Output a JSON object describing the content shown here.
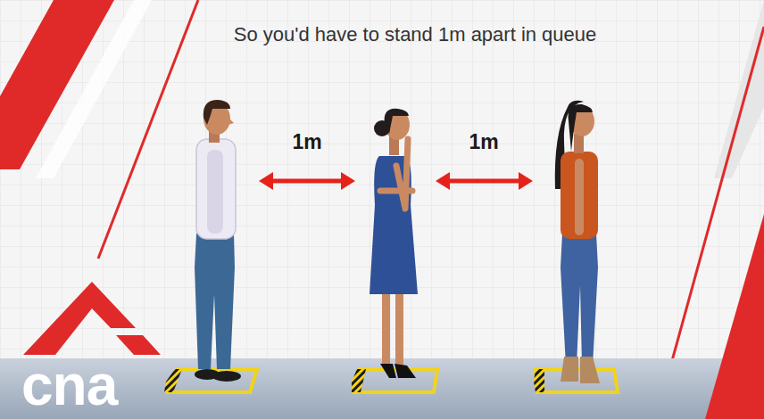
{
  "diagram": {
    "title": "So you'd have to stand 1m apart in queue",
    "labels": [
      "1m",
      "1m",
      "cna"
    ]
  }
}
